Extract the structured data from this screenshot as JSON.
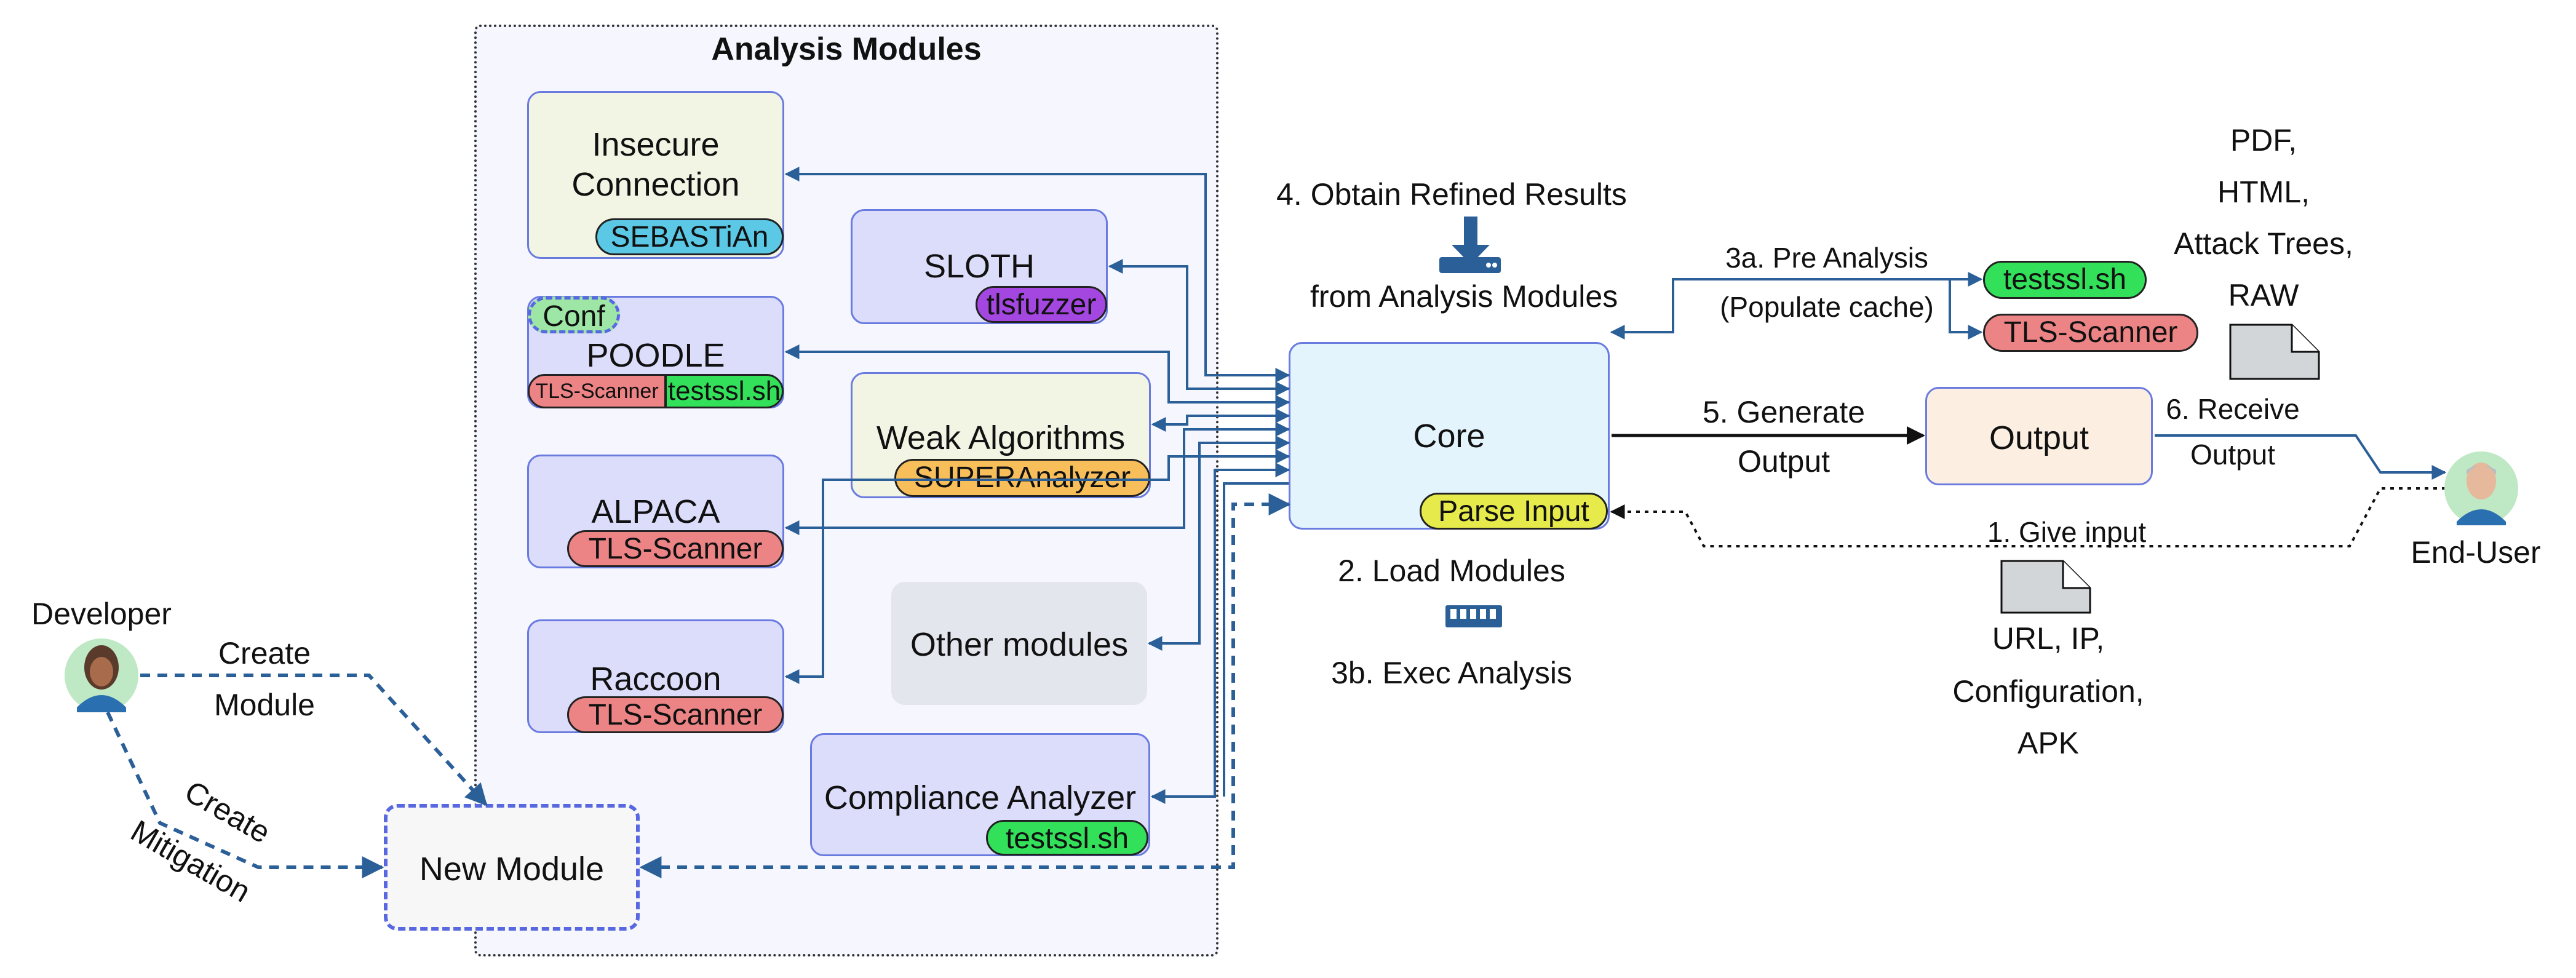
{
  "panel": {
    "title": "Analysis Modules"
  },
  "modules": {
    "insecure_connection": {
      "label": "Insecure Connection",
      "tag": "SEBASTiAn"
    },
    "sloth": {
      "label": "SLOTH",
      "tag": "tlsfuzzer"
    },
    "poodle": {
      "label": "POODLE",
      "conf": "Conf",
      "tag_left": "TLS-Scanner",
      "tag_right": "testssl.sh"
    },
    "weak_algorithms": {
      "label": "Weak Algorithms",
      "tag": "SUPERAnalyzer"
    },
    "alpaca": {
      "label": "ALPACA",
      "tag": "TLS-Scanner"
    },
    "other": {
      "label": "Other modules"
    },
    "raccoon": {
      "label": "Raccoon",
      "tag": "TLS-Scanner"
    },
    "compliance": {
      "label": "Compliance Analyzer",
      "tag": "testssl.sh"
    },
    "new_module": {
      "label": "New Module"
    }
  },
  "core": {
    "label": "Core",
    "tag": "Parse Input"
  },
  "output": {
    "label": "Output"
  },
  "pre_analysis": {
    "line1": "3a. Pre Analysis",
    "line2": "(Populate cache)",
    "tool1": "testssl.sh",
    "tool2": "TLS-Scanner"
  },
  "steps": {
    "refined_line1": "4. Obtain Refined Results",
    "refined_line2": "from Analysis Modules",
    "load_modules": "2. Load Modules",
    "exec_analysis": "3b. Exec Analysis",
    "generate_line1": "5. Generate",
    "generate_line2": "Output",
    "receive_line1": "6. Receive",
    "receive_line2": "Output",
    "give_input": "1. Give input"
  },
  "output_formats": [
    "PDF,",
    "HTML,",
    "Attack Trees,",
    "RAW"
  ],
  "input_formats": [
    "URL, IP,",
    "Configuration,",
    "APK"
  ],
  "actors": {
    "developer": "Developer",
    "end_user": "End-User",
    "create_module_line1": "Create",
    "create_module_line2": "Module",
    "create_mitigation_line1": "Create",
    "create_mitigation_line2": "Mitigation"
  },
  "colors": {
    "arrow": "#2b5f98",
    "seb": "#5bc8e6",
    "tlsfuzzer": "#a447e0",
    "testssl": "#33e05a",
    "tlsscanner": "#ec8385",
    "superanalyzer": "#f7be5a",
    "parse_input": "#e6ea4a",
    "conf": "#9ee6a6"
  },
  "icons": [
    "download-icon",
    "memory-icon",
    "document-icon",
    "developer-avatar-icon",
    "end-user-avatar-icon"
  ]
}
